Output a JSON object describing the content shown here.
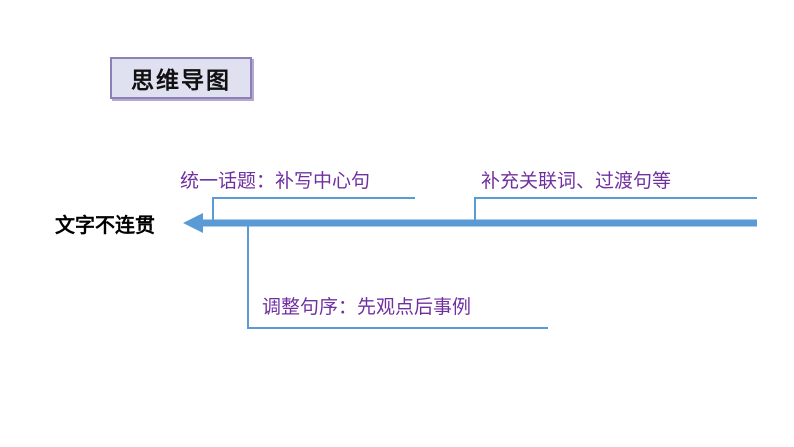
{
  "title": "思维导图",
  "root": "文字不连贯",
  "branches": [
    {
      "label": "统一话题：补写中心句"
    },
    {
      "label": "补充关联词、过渡句等"
    },
    {
      "label": "调整句序：先观点后事例"
    }
  ],
  "colors": {
    "line": "#5b9bd5",
    "label": "#7030a0",
    "title_border": "#8d7fb8",
    "title_fill": "#dfe1f1"
  }
}
